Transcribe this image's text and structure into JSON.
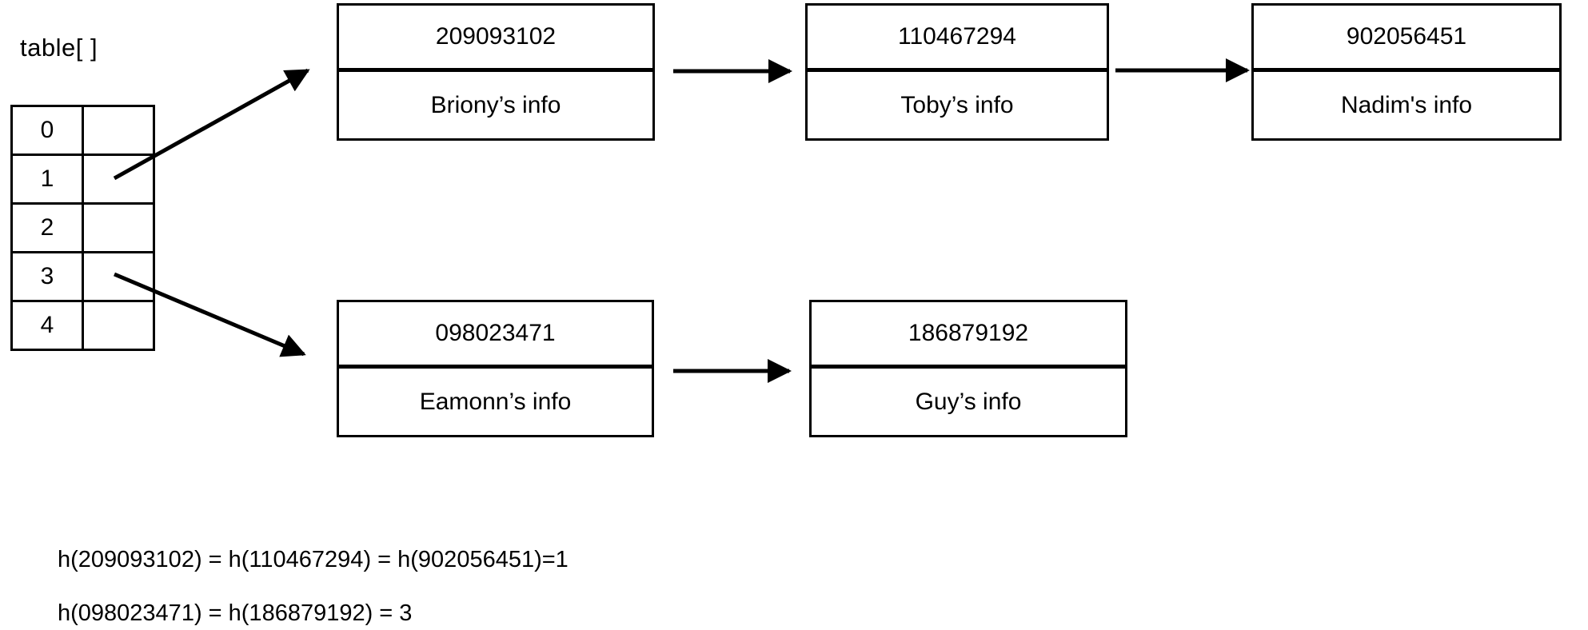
{
  "diagram": {
    "table_label": "table[ ]",
    "hash_table": {
      "rows": [
        {
          "index": "0"
        },
        {
          "index": "1"
        },
        {
          "index": "2"
        },
        {
          "index": "3"
        },
        {
          "index": "4"
        }
      ]
    },
    "chains": [
      {
        "bucket": "1",
        "nodes": [
          {
            "key": "209093102",
            "info": "Briony’s info"
          },
          {
            "key": "110467294",
            "info": "Toby’s info"
          },
          {
            "key": "902056451",
            "info": "Nadim's info"
          }
        ]
      },
      {
        "bucket": "3",
        "nodes": [
          {
            "key": "098023471",
            "info": "Eamonn’s info"
          },
          {
            "key": "186879192",
            "info": "Guy’s info"
          }
        ]
      }
    ],
    "equations": [
      "h(209093102) = h(110467294) = h(902056451)=1",
      "h(098023471) = h(186879192) = 3"
    ],
    "colors": {
      "foreground": "#000000",
      "background": "#ffffff"
    }
  }
}
